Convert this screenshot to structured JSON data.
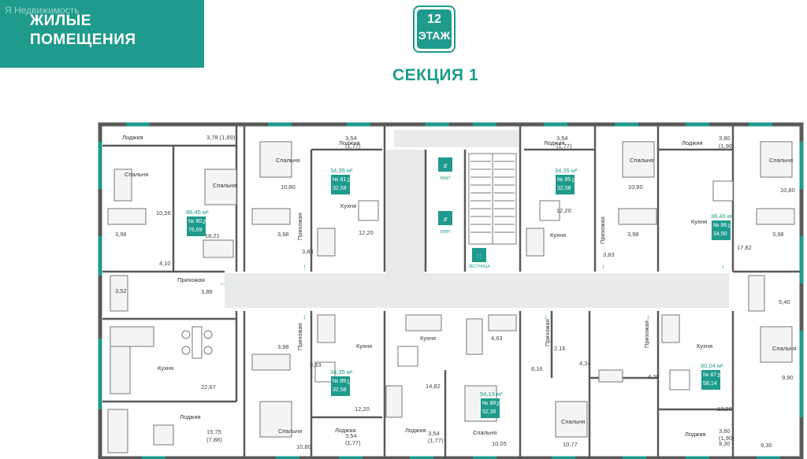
{
  "header": {
    "watermark": "Я Недвижимость",
    "line1": "ЖИЛЫЕ",
    "line2": "ПОМЕЩЕНИЯ"
  },
  "floor": {
    "number": "12",
    "label": "ЭТАЖ"
  },
  "section_title": "СЕКЦИЯ 1",
  "colors": {
    "accent": "#1e9b8c",
    "wall": "#5a5a5a",
    "window": "#1e9b8c",
    "corridor": "#e8ebea"
  },
  "rooms": [
    {
      "t": "Лоджия"
    },
    {
      "t": "3,78 (1,89)"
    },
    {
      "t": "Спальня"
    },
    {
      "t": "Спальня"
    },
    {
      "t": "10,56"
    },
    {
      "t": "3,98"
    },
    {
      "t": "18,21"
    },
    {
      "t": "4,10"
    },
    {
      "t": "Прихожая"
    },
    {
      "t": "3,52"
    },
    {
      "t": "3,88"
    },
    {
      "t": "Кухня"
    },
    {
      "t": "22,67"
    },
    {
      "t": "Лоджия"
    },
    {
      "t": "15,75"
    },
    {
      "t": "(7,88)"
    },
    {
      "t": "Спальня"
    },
    {
      "t": "10,80"
    },
    {
      "t": "3,98"
    },
    {
      "t": "Прихожая"
    },
    {
      "t": "3,83"
    },
    {
      "t": "Лоджия"
    },
    {
      "t": "3,54"
    },
    {
      "t": "(1,77)"
    },
    {
      "t": "Кухня"
    },
    {
      "t": "12,20"
    },
    {
      "t": "Кухня"
    },
    {
      "t": "3,98"
    },
    {
      "t": "Прихожая"
    },
    {
      "t": "3,83"
    },
    {
      "t": "12,20"
    },
    {
      "t": "Спальня"
    },
    {
      "t": "10,80"
    },
    {
      "t": "Лоджия"
    },
    {
      "t": "3,54"
    },
    {
      "t": "(1,77)"
    },
    {
      "t": "Кухня"
    },
    {
      "t": "4,63"
    },
    {
      "t": "14,82"
    },
    {
      "t": "Лоджия"
    },
    {
      "t": "3,54"
    },
    {
      "t": "(1,77)"
    },
    {
      "t": "Спальня"
    },
    {
      "t": "10,05"
    },
    {
      "t": "Лоджия"
    },
    {
      "t": "3,54"
    },
    {
      "t": "(1,77)"
    },
    {
      "t": "Кухня"
    },
    {
      "t": "12,20"
    },
    {
      "t": "Спальня"
    },
    {
      "t": "10,80"
    },
    {
      "t": "3,98"
    },
    {
      "t": "Прихожая"
    },
    {
      "t": "3,83"
    },
    {
      "t": "Прихожая"
    },
    {
      "t": "2,16"
    },
    {
      "t": "8,16"
    },
    {
      "t": "4,24"
    },
    {
      "t": "Спальня"
    },
    {
      "t": "10,77"
    },
    {
      "t": "Лоджия"
    },
    {
      "t": "3,80"
    },
    {
      "t": "(1,90)"
    },
    {
      "t": "Кухня"
    },
    {
      "t": "Спальня"
    },
    {
      "t": "10,80"
    },
    {
      "t": "3,98"
    },
    {
      "t": "17,82"
    },
    {
      "t": "Прихожая"
    },
    {
      "t": "4,20"
    },
    {
      "t": "Кухня"
    },
    {
      "t": "5,40"
    },
    {
      "t": "Спальня"
    },
    {
      "t": "9,90"
    },
    {
      "t": "13,90"
    },
    {
      "t": "9,30"
    },
    {
      "t": "Лоджия"
    },
    {
      "t": "3,80"
    },
    {
      "t": "(1,90)"
    },
    {
      "t": "9,30"
    }
  ],
  "apartments": [
    {
      "area": "86,45 м²",
      "no": "№ 80",
      "rooms": "2",
      "sub": "76,69"
    },
    {
      "area": "34,35 м²",
      "no": "№ 81",
      "rooms": "1",
      "sub": "32,58"
    },
    {
      "area": "34,35 м²",
      "no": "№ 85",
      "rooms": "1",
      "sub": "32,58"
    },
    {
      "area": "36,40 м²",
      "no": "№ 86",
      "rooms": "1",
      "sub": "34,50"
    },
    {
      "area": "34,35 м²",
      "no": "№ 89",
      "rooms": "1",
      "sub": "32,58"
    },
    {
      "area": "54,13 м²",
      "no": "№ 88",
      "rooms": "2",
      "sub": "52,36"
    },
    {
      "area": "60,04 м²",
      "no": "№ 87",
      "rooms": "3",
      "sub": "58,14"
    }
  ],
  "core": {
    "lift1": "ЛИФТ",
    "lift2": "ЛИФТ",
    "stairs": "ЛЕСТНИЦА"
  }
}
